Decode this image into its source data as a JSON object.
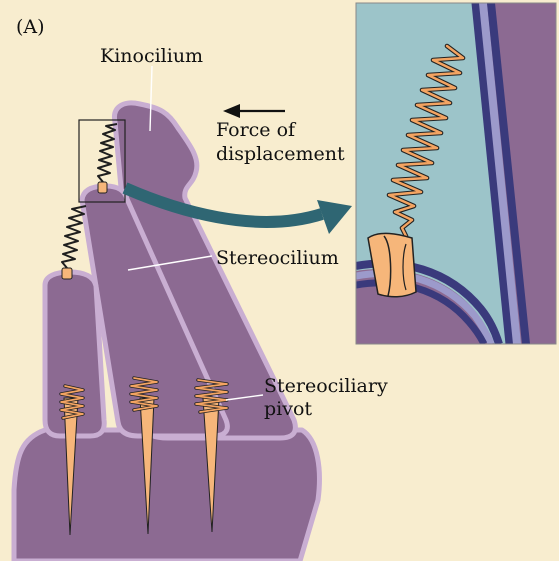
{
  "panel_label": "(A)",
  "labels": {
    "kinocilium": "Kinocilium",
    "force_line1": "Force of",
    "force_line2": "displacement",
    "stereocilium": "Stereocilium",
    "pivot_line1": "Stereociliary",
    "pivot_line2": "pivot"
  },
  "colors": {
    "background": "#f8edcf",
    "cell_fill": "#8c6a92",
    "cell_outline": "#c9aed2",
    "inset_water": "#9cc4c9",
    "membrane_dark": "#3a3a7c",
    "membrane_light": "#9c9acb",
    "spring": "#f4a462",
    "channel": "#f6b67a",
    "arrow": "#2f6673"
  }
}
